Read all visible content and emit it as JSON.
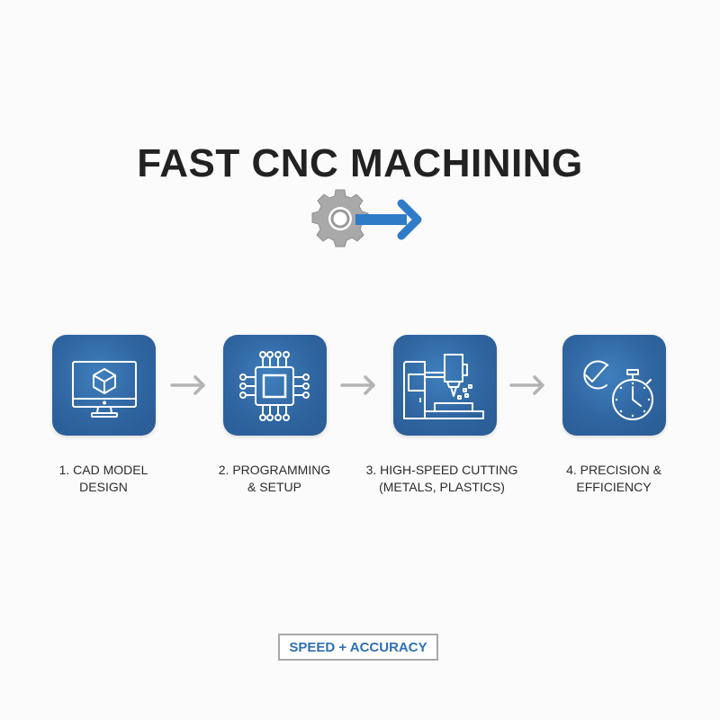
{
  "header": {
    "title": "FAST CNC MACHINING",
    "icon": "gear-with-arrow-icon"
  },
  "colors": {
    "card_blue": "#2f65a0",
    "accent_blue": "#2f7bc8",
    "gear_gray": "#a8a8a8",
    "arrow_gray": "#b3b3b3",
    "title_text": "#222222",
    "badge_text": "#2f6fb5"
  },
  "steps": [
    {
      "line1": "1. CAD MODEL",
      "line2": "DESIGN",
      "icon": "monitor-cube-icon"
    },
    {
      "line1": "2. PROGRAMMING",
      "line2": "& SETUP",
      "icon": "chip-icon"
    },
    {
      "line1": "3. HIGH-SPEED CUTTING",
      "line2": "(METALS, PLASTICS)",
      "icon": "cnc-machine-icon"
    },
    {
      "line1": "4. PRECISION &",
      "line2": "EFFICIENCY",
      "icon": "check-stopwatch-icon"
    }
  ],
  "footer": {
    "badge": "SPEED + ACCURACY"
  }
}
